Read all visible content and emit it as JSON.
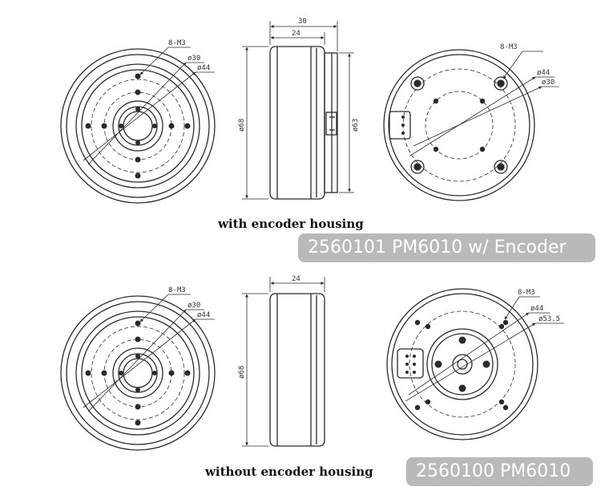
{
  "top": {
    "label": "with encoder housing",
    "badge": "2560101 PM6010 w/ Encoder",
    "front": {
      "holes": "8-M3",
      "d_inner": "ø30",
      "d_outer": "ø44"
    },
    "side": {
      "width_total": "30",
      "width_body": "24",
      "d_body": "ø68",
      "d_housing": "ø63"
    },
    "back": {
      "holes": "8-M3",
      "d_outer": "ø44",
      "d_inner": "ø30"
    }
  },
  "bottom": {
    "label": "without encoder housing",
    "badge": "2560100 PM6010",
    "front": {
      "holes": "8-M3",
      "d_inner": "ø30",
      "d_outer": "ø44"
    },
    "side": {
      "width_body": "24",
      "d_body": "ø68"
    },
    "back": {
      "holes": "8-M3",
      "d_outer": "ø44",
      "d_inner": "ø53.5"
    }
  },
  "colors": {
    "line": "#2a2a2a",
    "badge_bg": "#b9b9b9",
    "badge_text": "#ffffff"
  }
}
